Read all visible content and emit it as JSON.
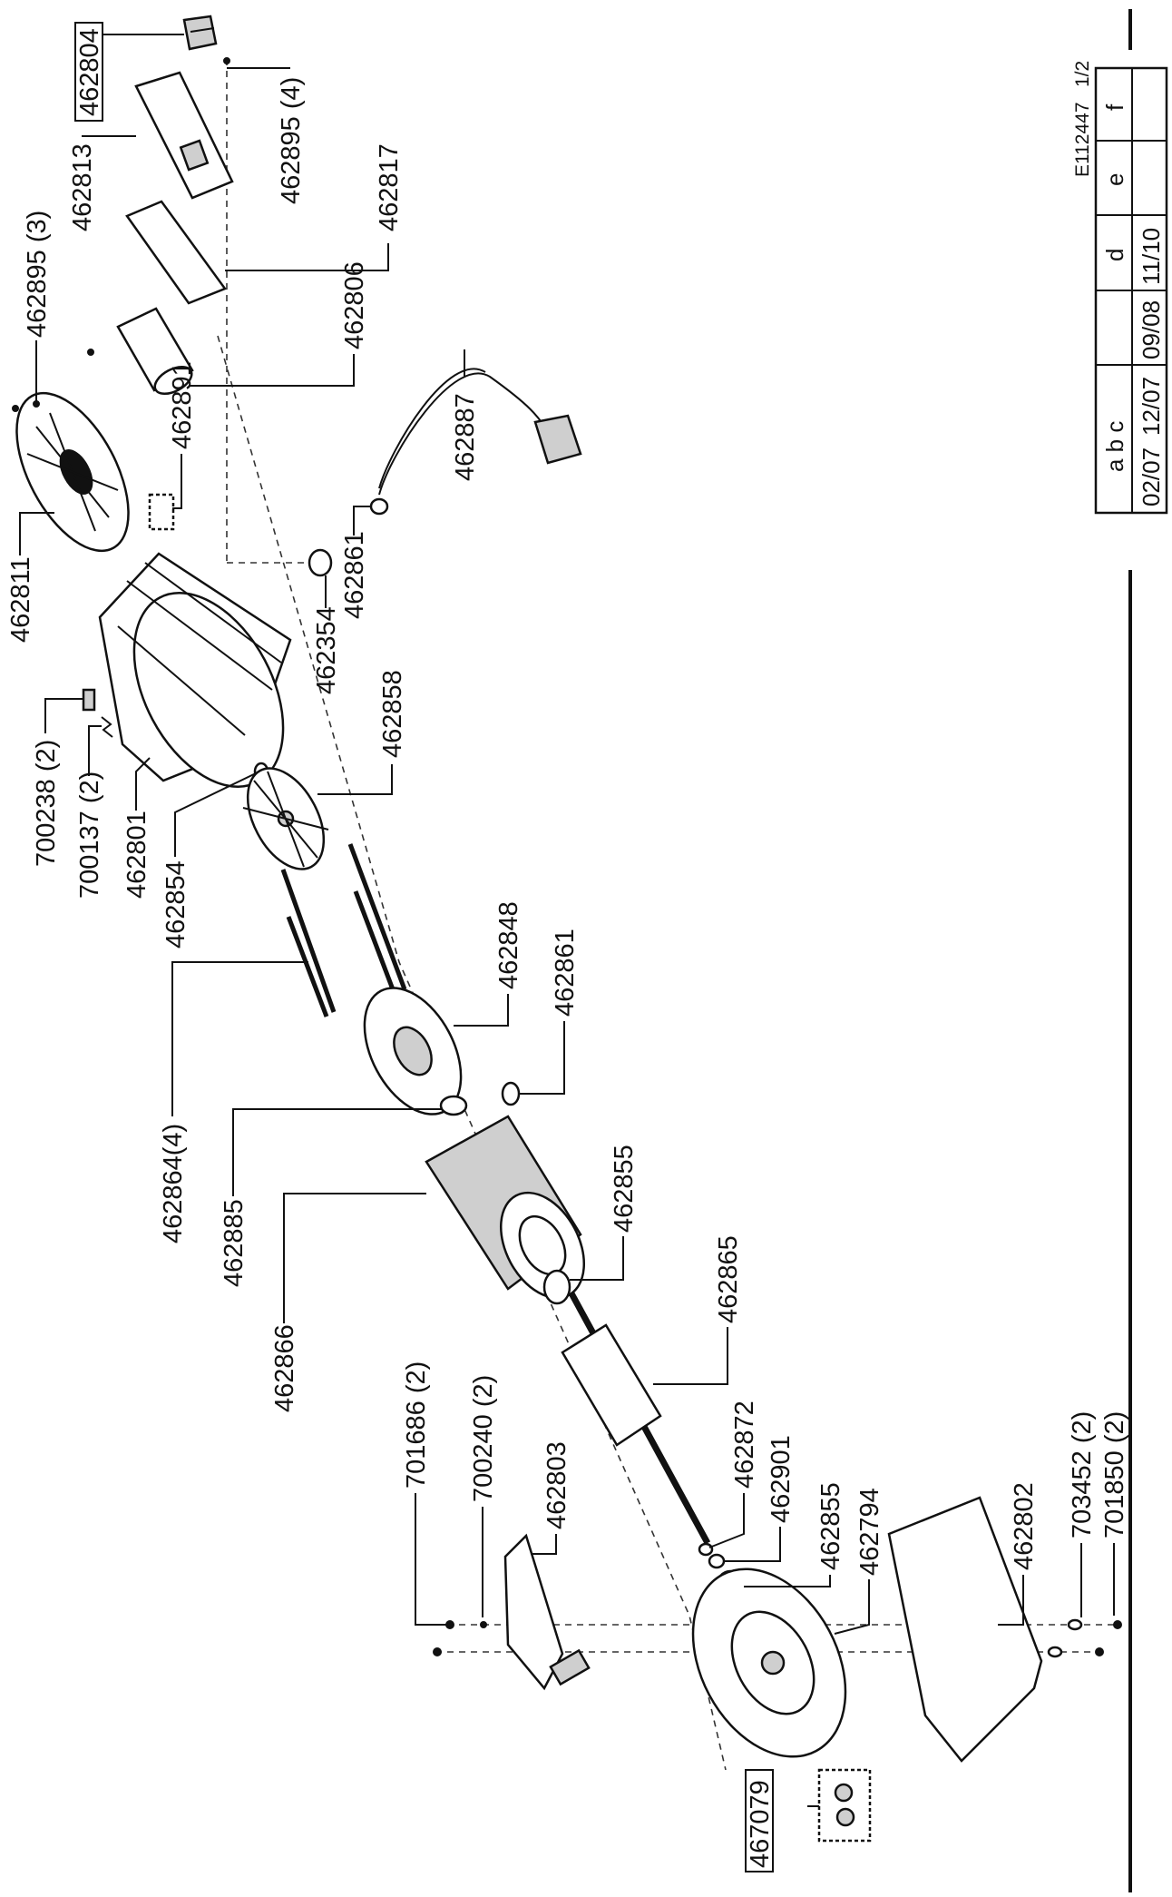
{
  "doc_ref": "E112447",
  "page": "1/2",
  "revisions": {
    "letters_abc": "a b c",
    "letter_d": "d",
    "letter_e": "e",
    "letter_f": "f",
    "date_a": "02/07",
    "date_c": "12/07",
    "date_mid": "09/08",
    "date_d": "11/10"
  },
  "parts": [
    {
      "id": "p462804",
      "label": "462804",
      "boxed": true
    },
    {
      "id": "p462895-4",
      "label": "462895 (4)"
    },
    {
      "id": "p462813",
      "label": "462813"
    },
    {
      "id": "p462817",
      "label": "462817"
    },
    {
      "id": "p462806",
      "label": "462806"
    },
    {
      "id": "p462895-3",
      "label": "462895 (3)"
    },
    {
      "id": "p462891",
      "label": "462891"
    },
    {
      "id": "p462811",
      "label": "462811"
    },
    {
      "id": "p462887",
      "label": "462887"
    },
    {
      "id": "p462861a",
      "label": "462861"
    },
    {
      "id": "p462354",
      "label": "462354"
    },
    {
      "id": "p700238",
      "label": "700238  (2)"
    },
    {
      "id": "p700137",
      "label": "700137 (2)"
    },
    {
      "id": "p462801",
      "label": "462801"
    },
    {
      "id": "p462858",
      "label": "462858"
    },
    {
      "id": "p462854",
      "label": "462854"
    },
    {
      "id": "p462848",
      "label": "462848"
    },
    {
      "id": "p462864",
      "label": "462864(4)"
    },
    {
      "id": "p462861b",
      "label": "462861"
    },
    {
      "id": "p462885",
      "label": "462885"
    },
    {
      "id": "p462855a",
      "label": "462855"
    },
    {
      "id": "p462866",
      "label": "462866"
    },
    {
      "id": "p462865",
      "label": "462865"
    },
    {
      "id": "p462872",
      "label": "462872"
    },
    {
      "id": "p462901",
      "label": "462901"
    },
    {
      "id": "p462855b",
      "label": "462855"
    },
    {
      "id": "p462794",
      "label": "462794"
    },
    {
      "id": "p462802",
      "label": "462802"
    },
    {
      "id": "p703452",
      "label": "703452 (2)"
    },
    {
      "id": "p701850",
      "label": "701850 (2)"
    },
    {
      "id": "p701686",
      "label": "701686 (2)"
    },
    {
      "id": "p700240",
      "label": "700240 (2)"
    },
    {
      "id": "p462803",
      "label": "462803"
    },
    {
      "id": "p467079",
      "label": "467079",
      "boxed": true
    }
  ]
}
